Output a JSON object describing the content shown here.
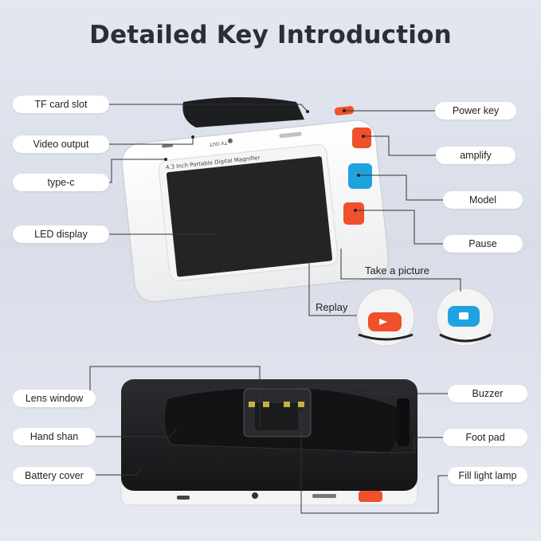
{
  "title": "Detailed Key Introduction",
  "device": {
    "screen_text": "4.3 Inch Portable Digital Magnifier",
    "tv_out_text": "TV OUT"
  },
  "labels": {
    "tf_card_slot": "TF card slot",
    "video_output": "Video output",
    "type_c": "type-c",
    "led_display": "LED display",
    "power_key": "Power key",
    "amplify": "amplify",
    "model": "Model",
    "pause": "Pause",
    "take_a_picture": "Take a picture",
    "replay": "Replay",
    "lens_window": "Lens window",
    "hand_shan": "Hand shan",
    "battery_cover": "Battery cover",
    "buzzer": "Buzzer",
    "foot_pad": "Foot pad",
    "fill_light_lamp": "Fill light lamp"
  },
  "colors": {
    "orange": "#f0502a",
    "blue": "#1fa3df",
    "title": "#2a2e36"
  }
}
